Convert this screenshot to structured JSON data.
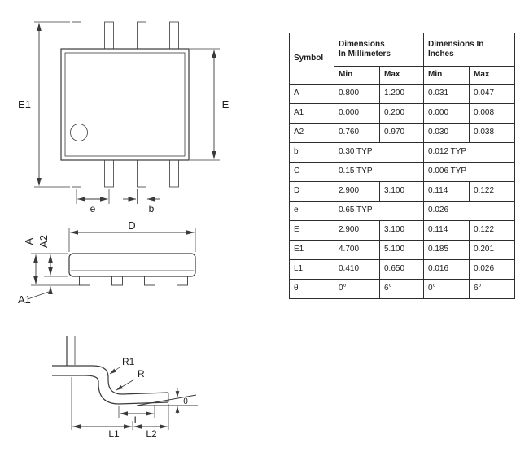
{
  "table": {
    "header": {
      "symbol": "Symbol",
      "mm_group_line1": "Dimensions",
      "mm_group_line2": "In Millimeters",
      "in_group_line1": "Dimensions In",
      "in_group_line2": "Inches",
      "min": "Min",
      "max": "Max"
    },
    "rows": [
      {
        "cells": [
          {
            "t": "A"
          },
          {
            "t": "0.800"
          },
          {
            "t": "1.200"
          },
          {
            "t": "0.031"
          },
          {
            "t": "0.047"
          }
        ]
      },
      {
        "cells": [
          {
            "t": "A1"
          },
          {
            "t": "0.000"
          },
          {
            "t": "0.200"
          },
          {
            "t": "0.000"
          },
          {
            "t": "0.008"
          }
        ]
      },
      {
        "cells": [
          {
            "t": "A2"
          },
          {
            "t": "0.760"
          },
          {
            "t": "0.970"
          },
          {
            "t": "0.030"
          },
          {
            "t": "0.038"
          }
        ]
      },
      {
        "cells": [
          {
            "t": "b"
          },
          {
            "t": "0.30 TYP",
            "span": 2
          },
          {
            "t": "0.012 TYP",
            "span": 2
          }
        ]
      },
      {
        "cells": [
          {
            "t": "C"
          },
          {
            "t": "0.15 TYP",
            "span": 2
          },
          {
            "t": "0.006 TYP",
            "span": 2
          }
        ]
      },
      {
        "cells": [
          {
            "t": "D"
          },
          {
            "t": "2.900"
          },
          {
            "t": "3.100"
          },
          {
            "t": "0.114"
          },
          {
            "t": "0.122"
          }
        ]
      },
      {
        "cells": [
          {
            "t": "e"
          },
          {
            "t": "0.65 TYP",
            "span": 2
          },
          {
            "t": "0.026",
            "span": 2
          }
        ]
      },
      {
        "cells": [
          {
            "t": "E"
          },
          {
            "t": "2.900"
          },
          {
            "t": "3.100"
          },
          {
            "t": "0.114"
          },
          {
            "t": "0.122"
          }
        ]
      },
      {
        "cells": [
          {
            "t": "E1"
          },
          {
            "t": "4.700"
          },
          {
            "t": "5.100"
          },
          {
            "t": "0.185"
          },
          {
            "t": "0.201"
          }
        ]
      },
      {
        "cells": [
          {
            "t": "L1"
          },
          {
            "t": "0.410"
          },
          {
            "t": "0.650"
          },
          {
            "t": "0.016"
          },
          {
            "t": "0.026"
          }
        ]
      },
      {
        "cells": [
          {
            "t": "θ"
          },
          {
            "t": "0°"
          },
          {
            "t": "6°"
          },
          {
            "t": "0°"
          },
          {
            "t": "6°"
          }
        ]
      }
    ]
  },
  "labels": {
    "E1": "E1",
    "E": "E",
    "e": "e",
    "b": "b",
    "D": "D",
    "A": "A",
    "A2": "A2",
    "A1": "A1",
    "R1": "R1",
    "R": "R",
    "theta": "θ",
    "L": "L",
    "L1": "L1",
    "L2": "L2"
  },
  "colors": {
    "line": "#3a3a3a",
    "table_border": "#2e2e2e",
    "background": "#ffffff"
  }
}
